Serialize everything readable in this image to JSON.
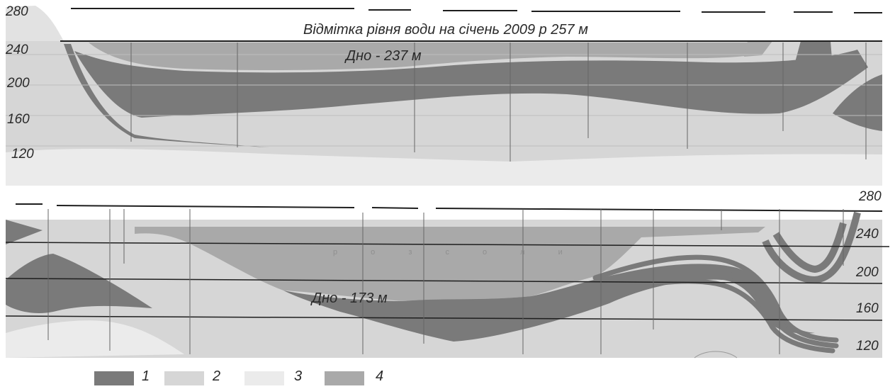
{
  "colors": {
    "layer_1": "#7a7a7a",
    "layer_2": "#d6d6d6",
    "layer_3": "#ebebeb",
    "layer_4": "#a9a9a9",
    "background_rock": "#e2e2e2",
    "line": "#1e1e1e"
  },
  "top_section": {
    "y_ticks": [
      "280",
      "240",
      "200",
      "160",
      "120"
    ],
    "water_level_label": "Відмітка рівня води на січень 2009 р 257 м",
    "bottom_label": "Дно - 237 м"
  },
  "bottom_section": {
    "y_ticks": [
      "280",
      "240",
      "200",
      "160",
      "120"
    ],
    "bottom_label": "Дно - 173 м",
    "faint_text": "р о з с о л и"
  },
  "legend": [
    {
      "number": "1",
      "color": "#7a7a7a"
    },
    {
      "number": "2",
      "color": "#d6d6d6"
    },
    {
      "number": "3",
      "color": "#ebebeb"
    },
    {
      "number": "4",
      "color": "#a9a9a9"
    }
  ]
}
